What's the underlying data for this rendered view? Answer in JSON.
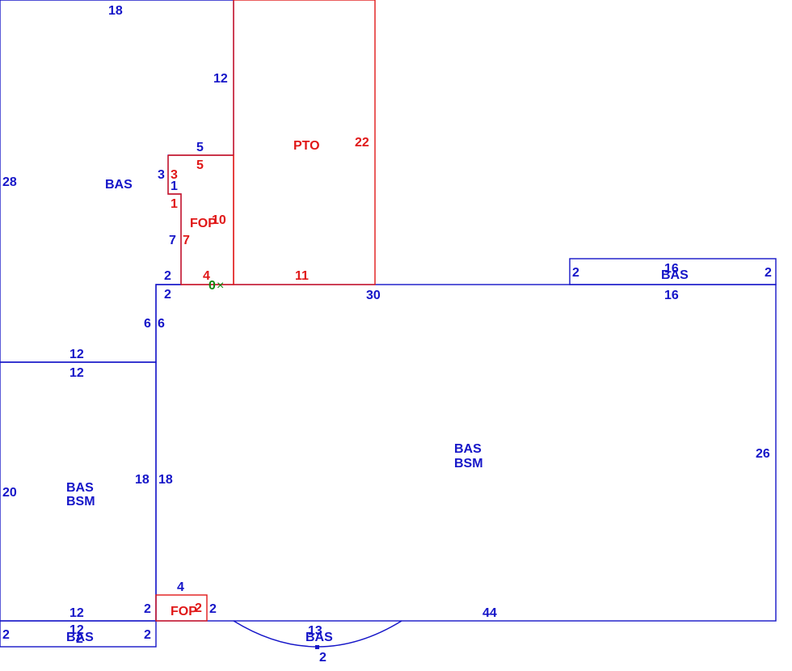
{
  "colors": {
    "blue": "#1515c8",
    "red": "#e01818",
    "green": "#138a13"
  },
  "areas": {
    "bas_left": "BAS",
    "pto": "PTO",
    "fop_upper": "FOP",
    "fop_upper_dim": "10",
    "bas_main": "BAS",
    "bsm_main": "BSM",
    "bas_lower_left": "BAS",
    "bsm_lower_left": "BSM",
    "bas_right_strip": "BAS",
    "bas_left_strip": "BAS",
    "fop_lower": "FOP",
    "fop_lower_dim": "2",
    "bas_bay": "BAS"
  },
  "marker": "0",
  "dims": [
    "18",
    "12",
    "28",
    "5",
    "3",
    "1",
    "2",
    "2",
    "6",
    "6",
    "12",
    "12",
    "20",
    "18",
    "18",
    "12",
    "12",
    "2",
    "2",
    "2",
    "2",
    "4",
    "2",
    "44",
    "13",
    "2",
    "30",
    "26",
    "16",
    "16",
    "2",
    "2",
    "22",
    "5",
    "3",
    "1",
    "7",
    "7",
    "4",
    "11"
  ]
}
